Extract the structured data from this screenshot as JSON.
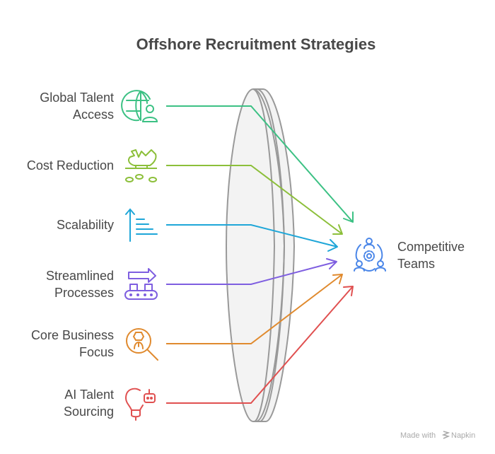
{
  "title": "Offshore Recruitment Strategies",
  "items": [
    {
      "line1": "Global Talent",
      "line2": "Access",
      "icon": "globe-person-icon",
      "color": "#3cc184"
    },
    {
      "line1": "Cost Reduction",
      "line2": "",
      "icon": "broken-piggy-bank-icon",
      "color": "#8cbf3a"
    },
    {
      "line1": "Scalability",
      "line2": "",
      "icon": "scale-up-icon",
      "color": "#1ea6d8"
    },
    {
      "line1": "Streamlined",
      "line2": "Processes",
      "icon": "conveyor-belt-icon",
      "color": "#7e5ee0"
    },
    {
      "line1": "Core Business",
      "line2": "Focus",
      "icon": "focus-search-icon",
      "color": "#e08a2e"
    },
    {
      "line1": "AI Talent",
      "line2": "Sourcing",
      "icon": "ai-lightbulb-icon",
      "color": "#e05050"
    }
  ],
  "target": {
    "line1": "Competitive",
    "line2": "Teams",
    "icon": "team-gear-icon",
    "color": "#4a86e8"
  },
  "watermark": {
    "prefix": "Made with",
    "brand": "Napkin"
  }
}
